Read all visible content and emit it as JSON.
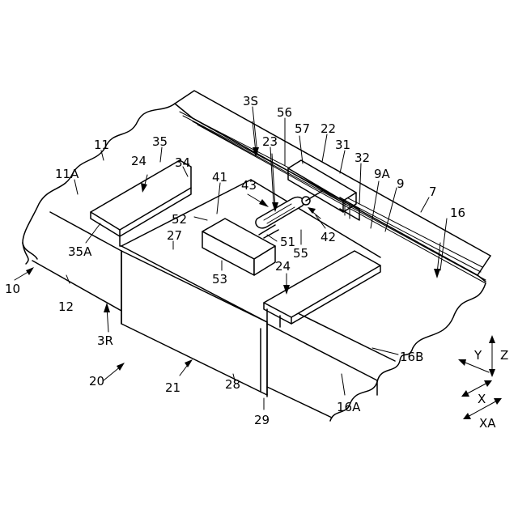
{
  "reference_numerals": {
    "n3S": "3S",
    "n56": "56",
    "n57": "57",
    "n22": "22",
    "n23": "23",
    "n31": "31",
    "n11": "11",
    "n35": "35",
    "n11A": "11A",
    "n24a": "24",
    "n34": "34",
    "n41": "41",
    "n43": "43",
    "n32": "32",
    "n9A": "9A",
    "n9": "9",
    "n7": "7",
    "n16": "16",
    "n52": "52",
    "n27": "27",
    "n51": "51",
    "n42": "42",
    "n55": "55",
    "n35A": "35A",
    "n10": "10",
    "n12": "12",
    "n53": "53",
    "n24b": "24",
    "n3R": "3R",
    "n20": "20",
    "n21": "21",
    "n16B": "16B",
    "n28": "28",
    "n29": "29",
    "n16A": "16A"
  },
  "axes": {
    "y": "Y",
    "z": "Z",
    "x": "X",
    "xa": "XA"
  }
}
